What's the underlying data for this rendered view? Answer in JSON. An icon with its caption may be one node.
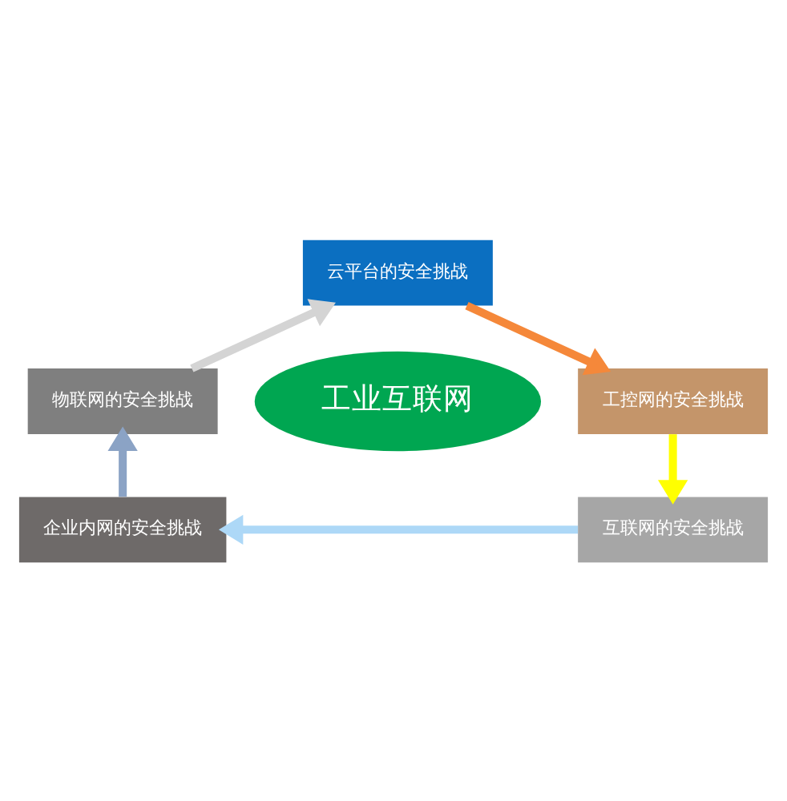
{
  "diagram": {
    "nodes": [
      {
        "text": [
          "工业互联网"
        ]
      },
      {
        "text": [
          "云平台的安全挑战"
        ]
      },
      {
        "text": [
          "工控网的安全挑战"
        ]
      },
      {
        "text": [
          "互联网的安全挑战"
        ]
      },
      {
        "text": [
          "企业内网的安全挑战"
        ]
      },
      {
        "text": [
          "物联网的安全挑战"
        ]
      }
    ],
    "edges": [
      {
        "from": 1,
        "to": 2,
        "arrow": "to",
        "color": "#f5883a"
      },
      {
        "from": 2,
        "to": 3,
        "arrow": "to",
        "color": "#ffff00"
      },
      {
        "from": 3,
        "to": 4,
        "arrow": "to",
        "color": "#add8f7"
      },
      {
        "from": 4,
        "to": 5,
        "arrow": "to",
        "color": "#8ba3c5"
      },
      {
        "from": 5,
        "to": 1,
        "arrow": "to",
        "color": "#d4d4d4"
      }
    ]
  }
}
